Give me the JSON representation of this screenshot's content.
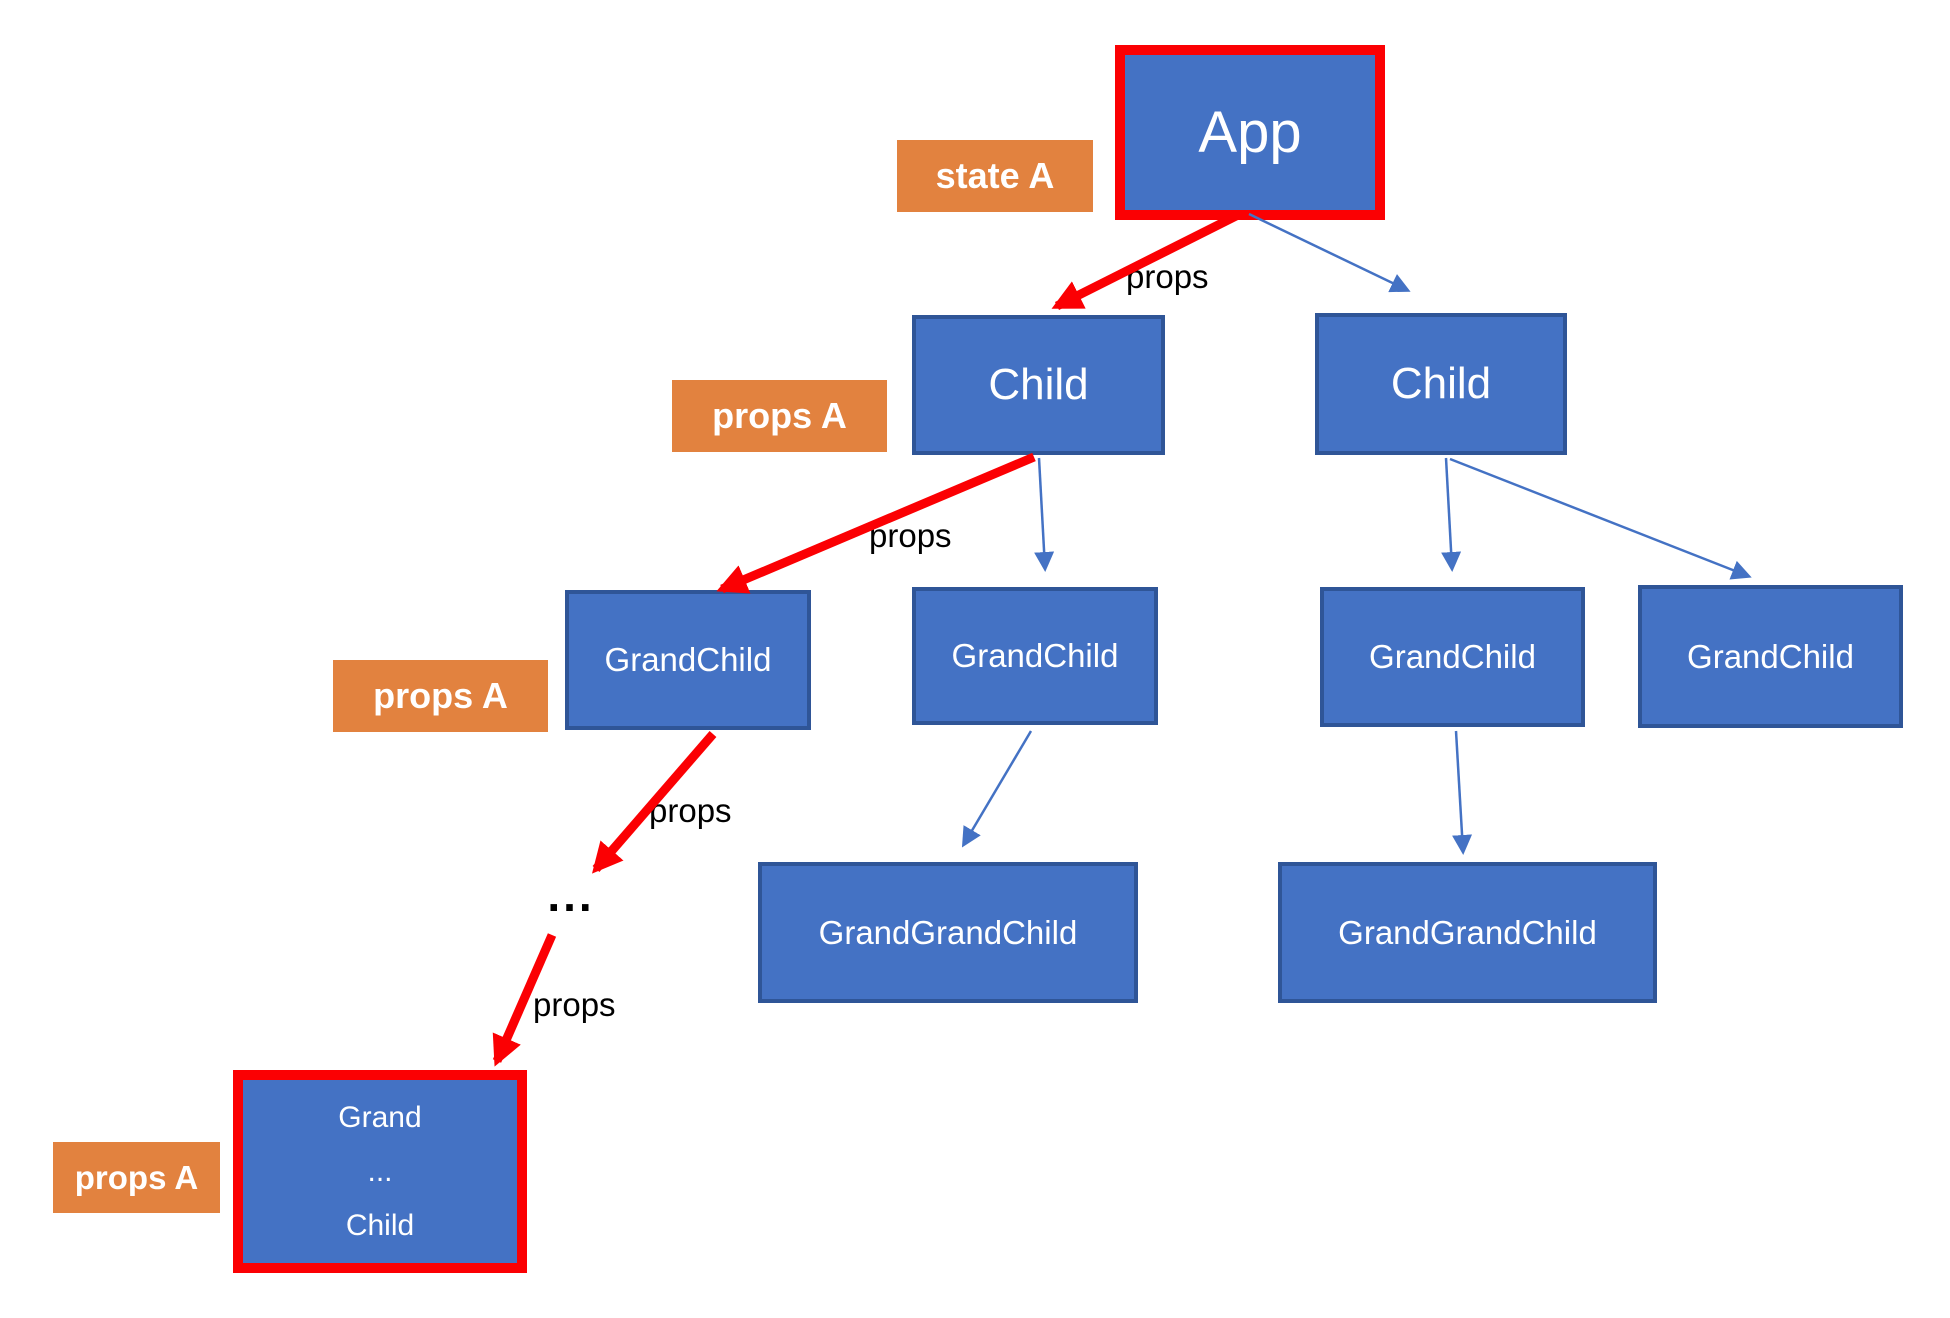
{
  "diagram": {
    "nodes": {
      "app": {
        "label": "App"
      },
      "child_left": {
        "label": "Child"
      },
      "child_right": {
        "label": "Child"
      },
      "grandchild_1": {
        "label": "GrandChild"
      },
      "grandchild_2": {
        "label": "GrandChild"
      },
      "grandchild_3": {
        "label": "GrandChild"
      },
      "grandchild_4": {
        "label": "GrandChild"
      },
      "grandgrandchild_left": {
        "label": "GrandGrandChild"
      },
      "grandgrandchild_right": {
        "label": "GrandGrandChild"
      },
      "grand_dots_child": {
        "line1": "Grand",
        "line2": "...",
        "line3": "Child"
      }
    },
    "badges": {
      "state_a": "state A",
      "props_a_child": "props A",
      "props_a_grandchild": "props A",
      "props_a_bottom": "props A"
    },
    "edge_labels": {
      "props_app_child": "props",
      "props_child_grandchild": "props",
      "props_grandchild_dots": "props",
      "props_dots_bottom": "props"
    },
    "ellipsis": "...",
    "colors": {
      "node_fill": "#4472C4",
      "node_border": "#2F5597",
      "highlight_red": "#FB0003",
      "badge_orange": "#E2823F",
      "arrow_blue": "#4472C4",
      "label_black": "#000000",
      "node_text_white": "#FFFFFF"
    }
  }
}
